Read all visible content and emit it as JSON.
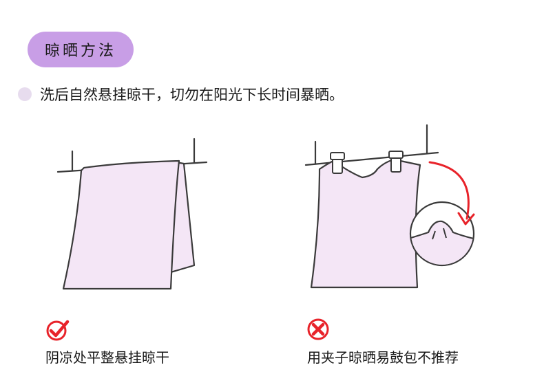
{
  "header": {
    "title": "晾晒方法",
    "instruction": "洗后自然悬挂晾干，切勿在阳光下长时间暴晒。"
  },
  "colors": {
    "pill": "#c89ee6",
    "bullet": "#e7dcee",
    "fabric": "#f4e6f6",
    "outline": "#3a3a3a",
    "accent_red": "#e8232a"
  },
  "correct": {
    "icon": "check-icon",
    "caption": "阴凉处平整悬挂晾干"
  },
  "incorrect": {
    "icon": "cross-icon",
    "caption": "用夹子晾晒易鼓包不推荐"
  }
}
